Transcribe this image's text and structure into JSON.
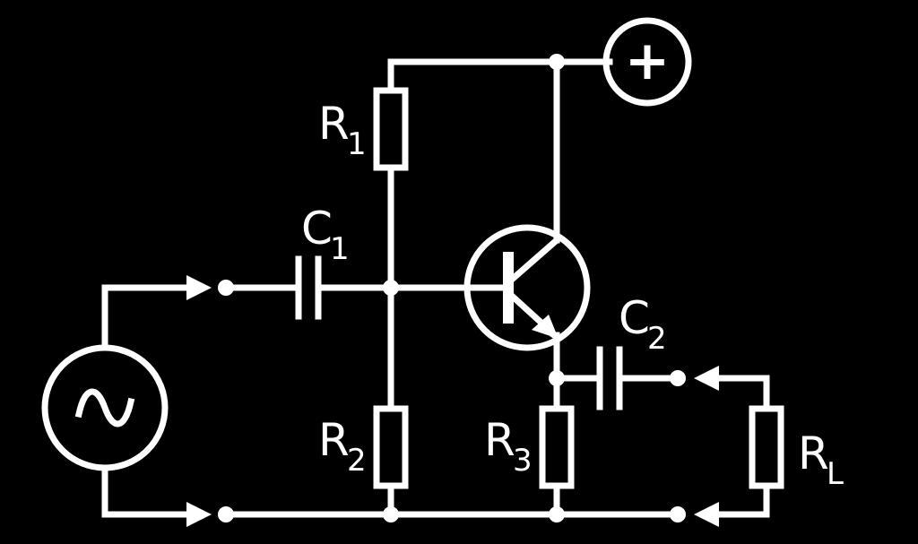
{
  "colors": {
    "background": "#000000",
    "stroke": "#ffffff"
  },
  "supply": {
    "symbol": "+"
  },
  "source": {
    "symbol": "~"
  },
  "components": {
    "r1": {
      "letter": "R",
      "sub": "1"
    },
    "r2": {
      "letter": "R",
      "sub": "2"
    },
    "r3": {
      "letter": "R",
      "sub": "3"
    },
    "rl": {
      "letter": "R",
      "sub": "L"
    },
    "c1": {
      "letter": "C",
      "sub": "1"
    },
    "c2": {
      "letter": "C",
      "sub": "2"
    }
  }
}
